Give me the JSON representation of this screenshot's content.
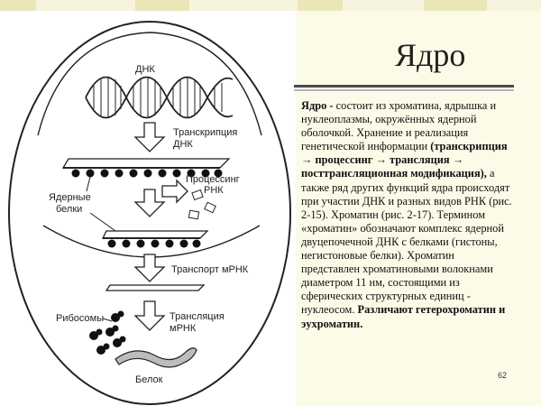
{
  "slide": {
    "title": "Ядро",
    "page_number": "62",
    "text": {
      "p1_bold": "Ядро -",
      "p1": " состоит из хроматина, ядрышка и нуклеоплазмы, окружённых ядерной оболочкой. Хранение и реализация генетической информации ",
      "p2_bold": "(транскрипция → процессинг → трансляция → посттрансляционная модификация),",
      "p3": " а также ряд других функций ядра происходят при участии ДНК и разных видов РНК (рис. 2-15). Хроматин (рис. 2-17). Термином «хроматин» обозначают комплекс ядерной двуцепочечной ДНК с белками (гистоны, негистоновые белки). Хроматин представлен хроматиновыми волокнами диаметром 11 нм, состоящими из сферических структурных единиц - нуклеосом. ",
      "p4_bold": "Различают гетерохроматин и эухроматин."
    }
  },
  "diagram": {
    "labels": {
      "dna": "ДНК",
      "transcription_1": "Транскрипция",
      "transcription_2": "ДНК",
      "processing_1": "Процессинг",
      "processing_2": "РНК",
      "nuclear_proteins_1": "Ядерные",
      "nuclear_proteins_2": "белки",
      "transport": "Транспорт мРНК",
      "ribosomes": "Рибосомы",
      "translation_1": "Трансляция",
      "translation_2": "мРНК",
      "protein": "Белок"
    }
  }
}
